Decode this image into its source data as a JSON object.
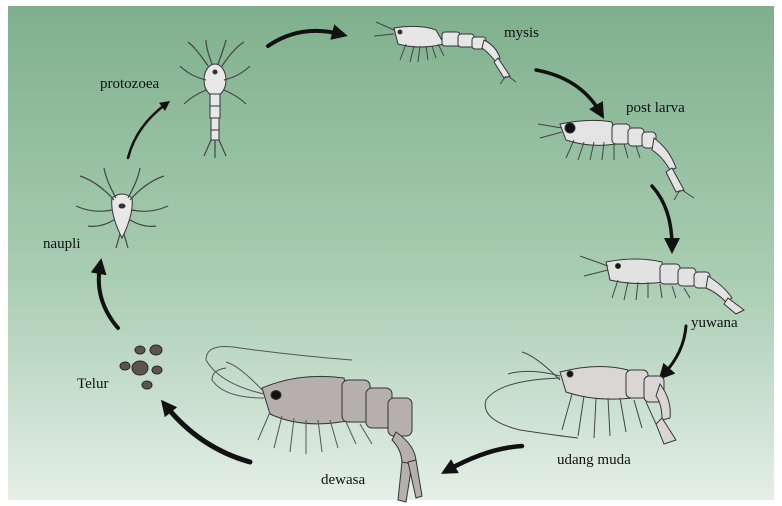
{
  "diagram": {
    "stages": {
      "mysis": "mysis",
      "post_larva": "post larva",
      "yuwana": "yuwana",
      "udang_muda": "udang muda",
      "dewasa": "dewasa",
      "telur": "Telur",
      "naupli": "naupli",
      "protozoea": "protozoea"
    },
    "colors": {
      "background_top": "#7fb08e",
      "background_bottom": "#e4efe6",
      "arrow": "#111111",
      "shrimp_light": "#e6e6e6",
      "shrimp_adult": "#b5b0ad",
      "eggs": "#5b5550"
    }
  }
}
